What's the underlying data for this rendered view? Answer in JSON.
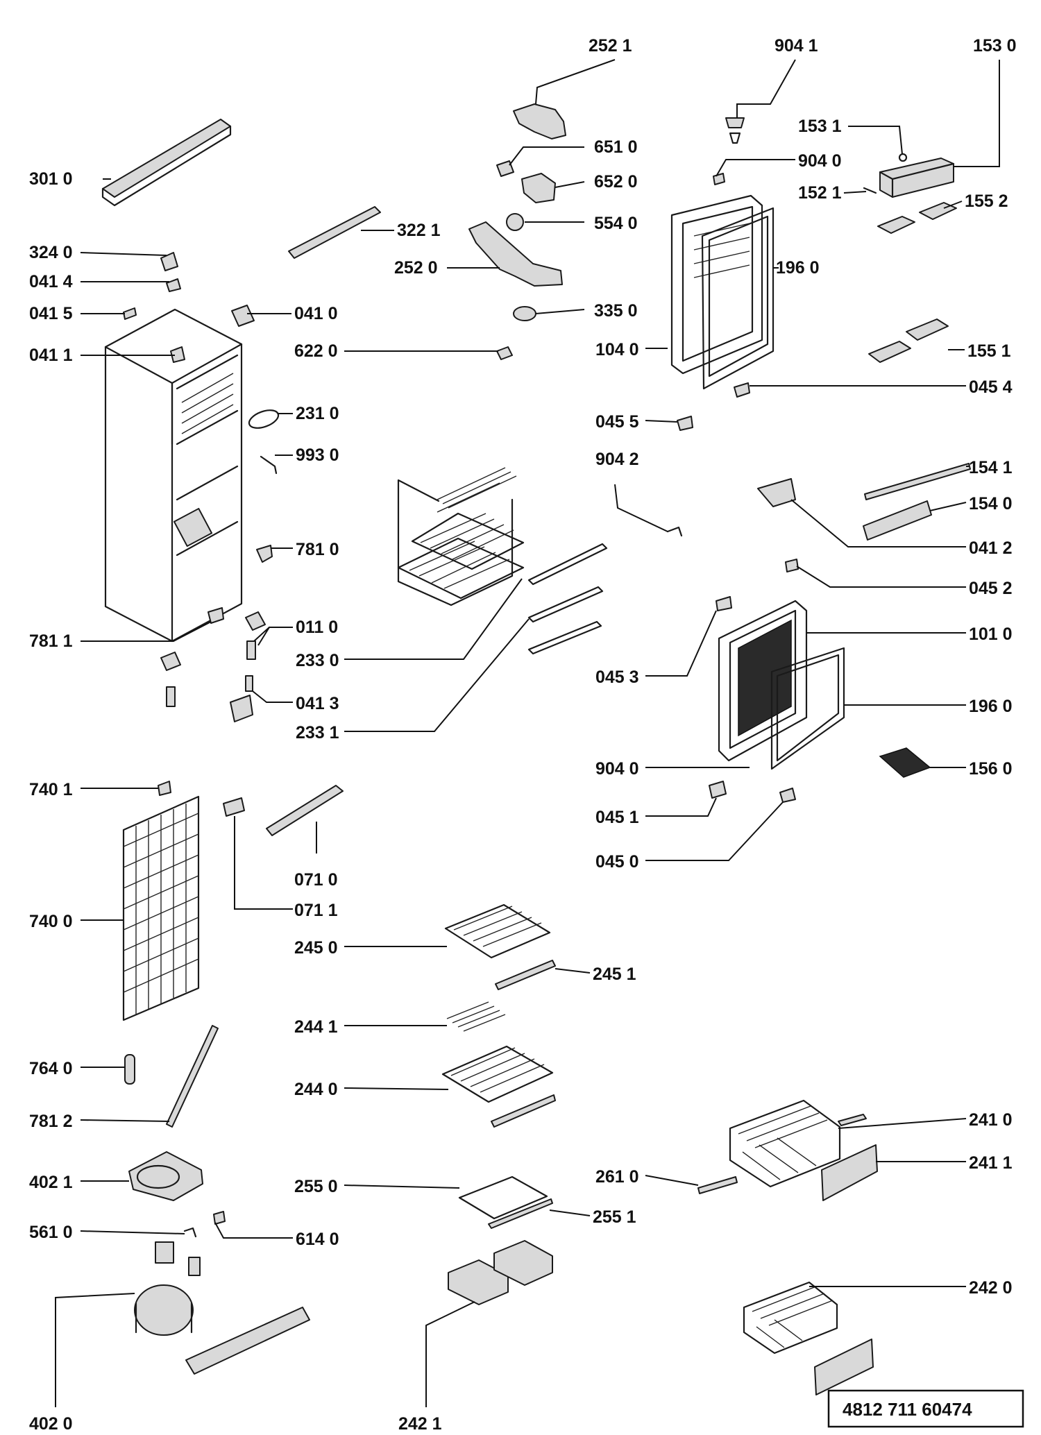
{
  "diagram": {
    "document_code": "4812 711 60474",
    "labels": {
      "p2521": "252 1",
      "p9041a": "904 1",
      "p1530": "153 0",
      "p1531": "153 1",
      "p3010": "301 0",
      "p6510": "651 0",
      "p9040a": "904 0",
      "p6520": "652 0",
      "p1521": "152 1",
      "p1552": "155 2",
      "p3221": "322 1",
      "p5540": "554 0",
      "p3240": "324 0",
      "p2520": "252 0",
      "p0414": "041 4",
      "p1960a": "196 0",
      "p0415": "041 5",
      "p0410": "041 0",
      "p3350": "335 0",
      "p0411": "041 1",
      "p6220": "622 0",
      "p1040": "104 0",
      "p1551": "155 1",
      "p0454": "045 4",
      "p2310": "231 0",
      "p0455": "045 5",
      "p9930": "993 0",
      "p9042": "904 2",
      "p1541": "154 1",
      "p1540": "154 0",
      "p7810": "781 0",
      "p0412": "041 2",
      "p0452": "045 2",
      "p0110": "011 0",
      "p7811": "781 1",
      "p1010": "101 0",
      "p2330": "233 0",
      "p0453": "045 3",
      "p0413": "041 3",
      "p1960b": "196 0",
      "p2331": "233 1",
      "p9040b": "904 0",
      "p1560": "156 0",
      "p7401": "740 1",
      "p0451": "045 1",
      "p0450": "045 0",
      "p0710": "071 0",
      "p7400": "740 0",
      "p0711": "071 1",
      "p2450": "245 0",
      "p2451": "245 1",
      "p2441": "244 1",
      "p7640": "764 0",
      "p2440": "244 0",
      "p2410": "241 0",
      "p7812": "781 2",
      "p2411": "241 1",
      "p4021": "402 1",
      "p2610": "261 0",
      "p2550": "255 0",
      "p2551": "255 1",
      "p5610": "561 0",
      "p6140": "614 0",
      "p2420": "242 0",
      "p4020": "402 0",
      "p2421": "242 1"
    }
  }
}
